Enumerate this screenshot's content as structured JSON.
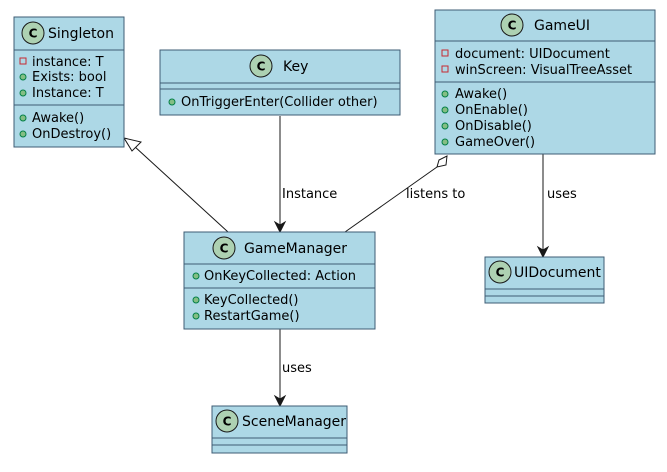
{
  "colors": {
    "class_fill": "#ADD8E6",
    "class_border": "#3E5C74",
    "badge_fill": "#ADD1B2",
    "public_marker": "#84BE84",
    "private_marker": "#C82930"
  },
  "classes": {
    "singleton": {
      "badge": "C",
      "name": "Singleton",
      "fields": [
        {
          "visibility": "private",
          "text": "instance: T"
        },
        {
          "visibility": "public",
          "text": "Exists: bool"
        },
        {
          "visibility": "public",
          "text": "Instance: T"
        }
      ],
      "methods": [
        {
          "visibility": "public",
          "text": "Awake()"
        },
        {
          "visibility": "public",
          "text": "OnDestroy()"
        }
      ]
    },
    "key": {
      "badge": "C",
      "name": "Key",
      "methods": [
        {
          "visibility": "public",
          "text": "OnTriggerEnter(Collider other)"
        }
      ]
    },
    "gameui": {
      "badge": "C",
      "name": "GameUI",
      "fields": [
        {
          "visibility": "private",
          "text": "document: UIDocument"
        },
        {
          "visibility": "private",
          "text": "winScreen: VisualTreeAsset"
        }
      ],
      "methods": [
        {
          "visibility": "public",
          "text": "Awake()"
        },
        {
          "visibility": "public",
          "text": "OnEnable()"
        },
        {
          "visibility": "public",
          "text": "OnDisable()"
        },
        {
          "visibility": "public",
          "text": "GameOver()"
        }
      ]
    },
    "gamemanager": {
      "badge": "C",
      "name": "GameManager",
      "fields": [
        {
          "visibility": "public",
          "text": "OnKeyCollected: Action"
        }
      ],
      "methods": [
        {
          "visibility": "public",
          "text": "KeyCollected()"
        },
        {
          "visibility": "public",
          "text": "RestartGame()"
        }
      ]
    },
    "uidocument": {
      "badge": "C",
      "name": "UIDocument"
    },
    "scenemanager": {
      "badge": "C",
      "name": "SceneManager"
    }
  },
  "relations": {
    "key_to_gamemanager": {
      "label": "Instance"
    },
    "gameui_to_gamemanager": {
      "label": "listens to"
    },
    "gameui_to_uidocument": {
      "label": "uses"
    },
    "gamemanager_to_scenemanager": {
      "label": "uses"
    }
  }
}
